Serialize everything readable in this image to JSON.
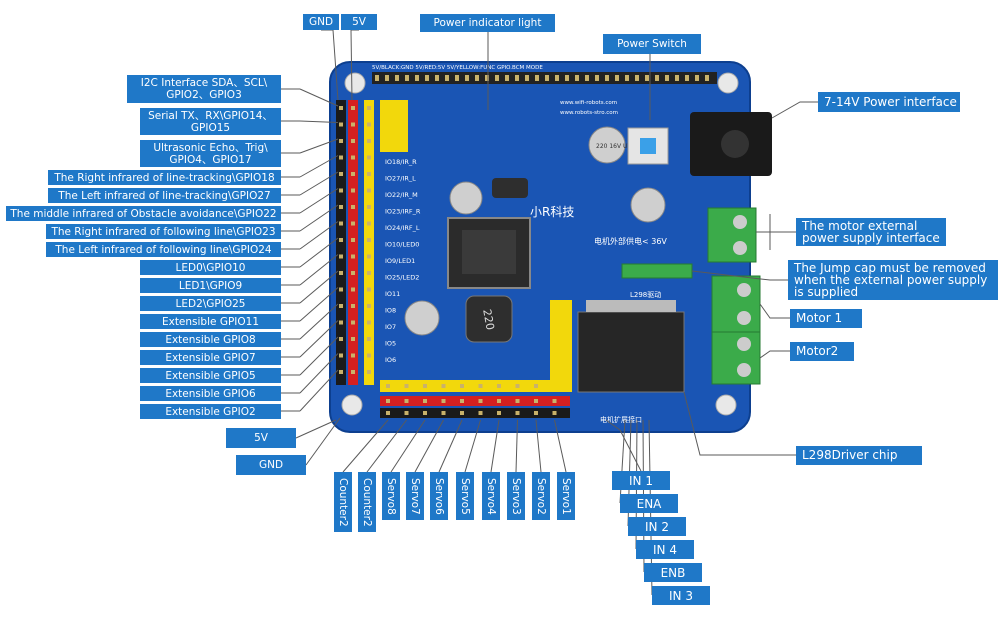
{
  "top_labels": {
    "gnd": "GND",
    "v5": "5V",
    "power_indicator": "Power indicator light",
    "power_switch": "Power Switch"
  },
  "left_labels": [
    "I2C Interface SDA、SCL\\ GPIO2、GPIO3",
    "Serial TX、RX\\GPIO14、 GPIO15",
    "Ultrasonic Echo、Trig\\ GPIO4、GPIO17",
    "The Right infrared of line-tracking\\GPIO18",
    "The Left infrared of line-tracking\\GPIO27",
    "The middle infrared of Obstacle avoidance\\GPIO22",
    "The Right infrared of following line\\GPIO23",
    "The Left infrared of following line\\GPIO24",
    "LED0\\GPIO10",
    "LED1\\GPIO9",
    "LED2\\GPIO25",
    "Extensible GPIO11",
    "Extensible GPIO8",
    "Extensible GPIO7",
    "Extensible GPIO5",
    "Extensible GPIO6",
    "Extensible GPIO2"
  ],
  "bottom_left_labels": {
    "v5": "5V",
    "gnd": "GND"
  },
  "bottom_labels": [
    "Counter2",
    "Counter2",
    "Servo8",
    "Servo7",
    "Servo6",
    "Servo5",
    "Servo4",
    "Servo3",
    "Servo2",
    "Servo1"
  ],
  "in_labels": [
    "IN 1",
    "ENA",
    "IN 2",
    "IN 4",
    "ENB",
    "IN 3"
  ],
  "right_labels": {
    "power_interface": "7-14V Power interface",
    "motor_ext": "The motor external power supply interface",
    "jump_cap": "The Jump cap must be removed when the external power supply is supplied",
    "motor1": "Motor 1",
    "motor2": "Motor2",
    "l298": "L298Driver chip"
  },
  "board": {
    "top_silk": "5V/BLACK:GND   5V/RED:5V   5V/YELLOW:FUNC GPIO.BCM MODE",
    "url1": "www.wifi-robots.com",
    "url2": "www.robots-stro.com",
    "logo": "小R科技",
    "cap_a": "220 16V UT",
    "inductor": "220",
    "motor_note": "电机外部供电<  36V",
    "l298_text": "L298驱动",
    "expand_text": "电机扩展接口",
    "pin_labels": [
      "IO18/IR_R",
      "IO27/IR_L",
      "IO22/IR_M",
      "IO23/IRF_R",
      "IO24/IRF_L",
      "IO10/LED0",
      "IO9/LED1",
      "IO25/LED2",
      "IO11",
      "IO8",
      "IO7",
      "IO5",
      "IO6"
    ]
  },
  "colors": {
    "label_bg": "#1f78c8",
    "board": "#1a55b4",
    "board_edge": "#0d3f8f",
    "line": "#5a5a5a"
  }
}
